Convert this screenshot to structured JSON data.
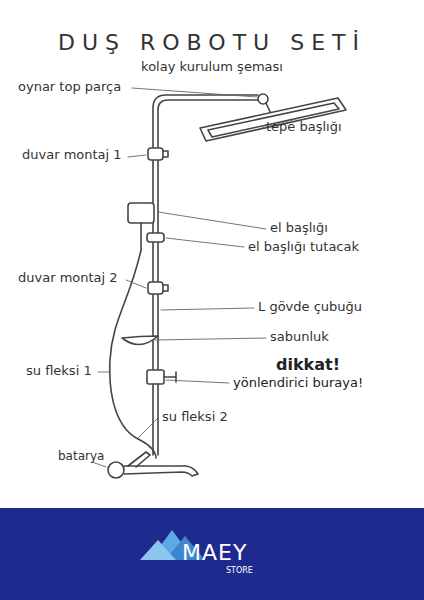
{
  "diagram": {
    "title": "DUŞ ROBOTU SETİ",
    "labels": [
      "kolay kurulum şeması",
      "oynar top parça",
      "tepe başlığı",
      "duvar montaj 1",
      "el başlığı",
      "el başlığı tutacak",
      "duvar montaj 2",
      "L gövde çubuğu",
      "sabunluk",
      "su fleksi 1",
      "dikkat!",
      "yönlendirici buraya!",
      "su fleksi 2",
      "batarya",
      "MAEY",
      "STORE"
    ]
  }
}
